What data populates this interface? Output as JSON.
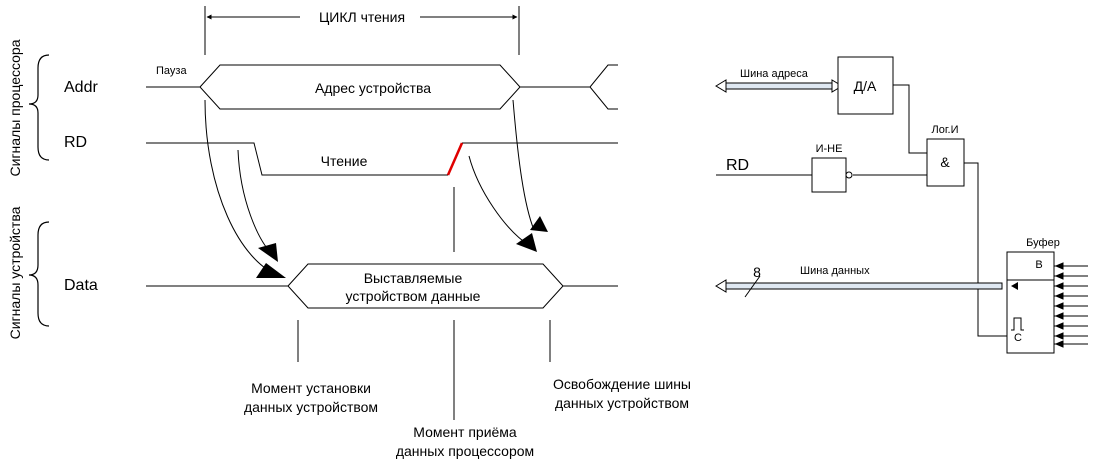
{
  "timing": {
    "cycle_label": "ЦИКЛ чтения",
    "group_cpu": "Сигналы процессора",
    "group_dev": "Сигналы устройства",
    "addr": "Addr",
    "rd": "RD",
    "data": "Data",
    "pause": "Пауза",
    "addr_value": "Адрес устройства",
    "read": "Чтение",
    "data_line1": "Выставляемые",
    "data_line2": "устройством данные",
    "moment_set_1": "Момент установки",
    "moment_set_2": "данных устройством",
    "moment_recv_1": "Момент приёма",
    "moment_recv_2": "данных процессором",
    "release_1": "Освобождение шины",
    "release_2": "данных устройством"
  },
  "circuit": {
    "addr_bus": "Шина адреса",
    "da": "Д/А",
    "log_and": "Лог.И",
    "and_symbol": "&",
    "nand": "И-НЕ",
    "rd": "RD",
    "bus_width": "8",
    "data_bus": "Шина данных",
    "buffer": "Буфер",
    "b_pin": "B",
    "c_pin": "C"
  },
  "colors": {
    "line": "#000000",
    "bus_fill": "#dfe8f2",
    "edge_highlight": "#e00000"
  }
}
